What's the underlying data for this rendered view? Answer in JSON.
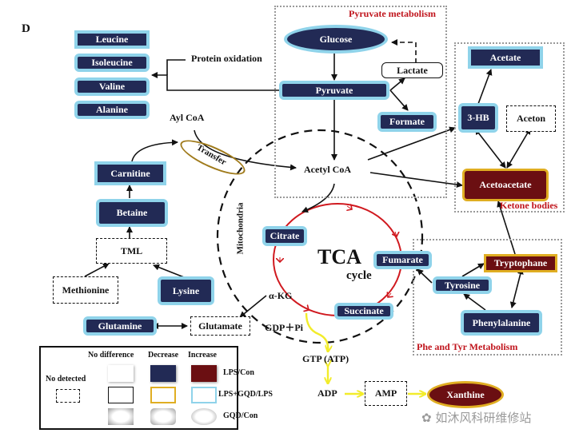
{
  "panel_label": "D",
  "regions": {
    "pyruvate": "Pyruvate metabolism",
    "ketone": "Ketone bodies",
    "phe_tyr": "Phe and Tyr Metabolism"
  },
  "nodes": {
    "leucine": "Leucine",
    "isoleucine": "Isoleucine",
    "valine": "Valine",
    "alanine": "Alanine",
    "glucose": "Glucose",
    "lactate": "Lactate",
    "pyruvate": "Pyruvate",
    "formate": "Formate",
    "acetate": "Acetate",
    "three_hb": "3-HB",
    "aceton": "Aceton",
    "acetoacetate": "Acetoacetate",
    "carnitine": "Carnitine",
    "betaine": "Betaine",
    "tml": "TML",
    "methionine": "Methionine",
    "lysine": "Lysine",
    "glutamine": "Glutamine",
    "glutamate": "Glutamate",
    "citrate": "Citrate",
    "fumarate": "Fumarate",
    "succinate": "Succinate",
    "tryptophane": "Tryptophane",
    "tyrosine": "Tyrosine",
    "phenylalanine": "Phenylalanine",
    "amp": "AMP",
    "xanthine": "Xanthine"
  },
  "labels": {
    "protein_oxidation": "Protein oxidation",
    "ayl_coa": "Ayl CoA",
    "transfer": "Transfer",
    "acetyl_coa": "Acetyl  CoA",
    "mitochondria": "Mitochondria",
    "tca": "TCA",
    "cycle": "cycle",
    "akg": "α-KG",
    "gdp_pi": "GDP＋Pi",
    "gtp_atp": "GTP (ATP)",
    "adp": "ADP"
  },
  "legend": {
    "col_no_difference": "No difference",
    "col_decrease": "Decrease",
    "col_increase": "Increase",
    "no_detected": "No detected",
    "row_lps_con": "LPS/Con",
    "row_lps_gqd": "LPS+GQD/LPS",
    "row_gqd_con": "GQD/Con"
  },
  "colors": {
    "decrease": "#222a55",
    "increase": "#6b0f12",
    "lps_gqd_increase_border": "#8fd3ea",
    "lps_gqd_decrease_border": "#e0ae22",
    "tca_cycle": "#d0191f",
    "energy_arrows": "#f2ec2a",
    "region_title": "#c0141c"
  },
  "watermark": "如沐风科研维修站"
}
